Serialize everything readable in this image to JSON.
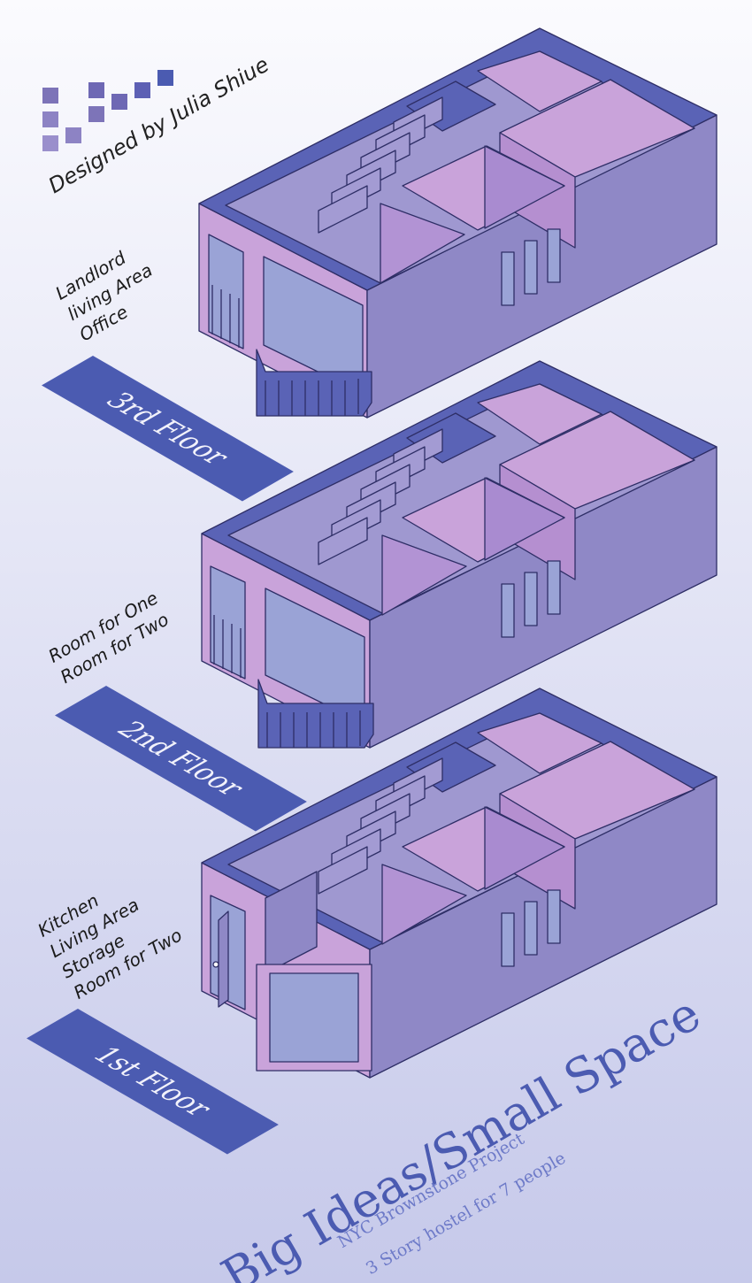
{
  "designer": "Designed by Julia Shiue",
  "floors": [
    {
      "label": "3rd Floor",
      "rooms": [
        "Landlord",
        "living Area",
        "Office"
      ]
    },
    {
      "label": "2nd Floor",
      "rooms": [
        "Room for One",
        "Room for Two"
      ]
    },
    {
      "label": "1st Floor",
      "rooms": [
        "Kitchen",
        "Living Area",
        "Storage",
        "Room for Two"
      ]
    }
  ],
  "title": "Big Ideas/Small Space",
  "subtitle_1": "NYC Brownstone Project",
  "subtitle_2": "3 Story hostel for 7 people",
  "colors": {
    "accent": "#4b5bb1",
    "wall_side": "#8f88c6",
    "wall_top": "#5a63b6",
    "interior": "#c9a3da",
    "glass": "#9aa3d6"
  }
}
